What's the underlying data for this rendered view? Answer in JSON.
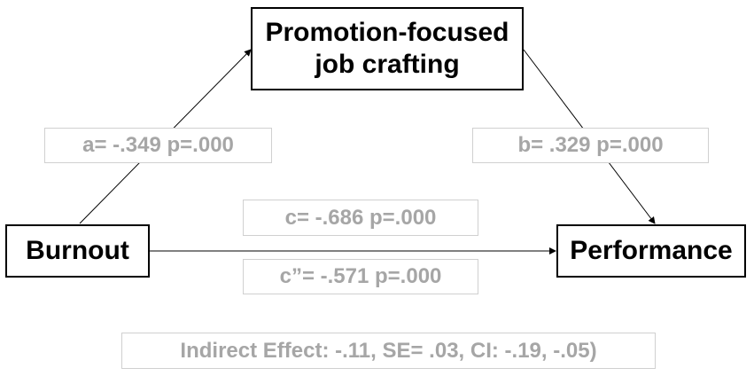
{
  "diagram": {
    "nodes": {
      "mediator": {
        "line1": "Promotion-focused",
        "line2": "job crafting"
      },
      "predictor": "Burnout",
      "outcome": "Performance"
    },
    "paths": {
      "a": "a= -.349 p=.000",
      "b": "b= .329 p=.000",
      "c": "c= -.686 p=.000",
      "c_prime": "c”= -.571 p=.000"
    },
    "indirect_effect": "Indirect Effect: -.11, SE= .03, CI: -.19, -.05)"
  },
  "colors": {
    "node_border": "#000000",
    "node_text": "#000000",
    "label_text": "#a6a6a6",
    "label_border": "#d0d0d0",
    "arrow": "#000000"
  }
}
